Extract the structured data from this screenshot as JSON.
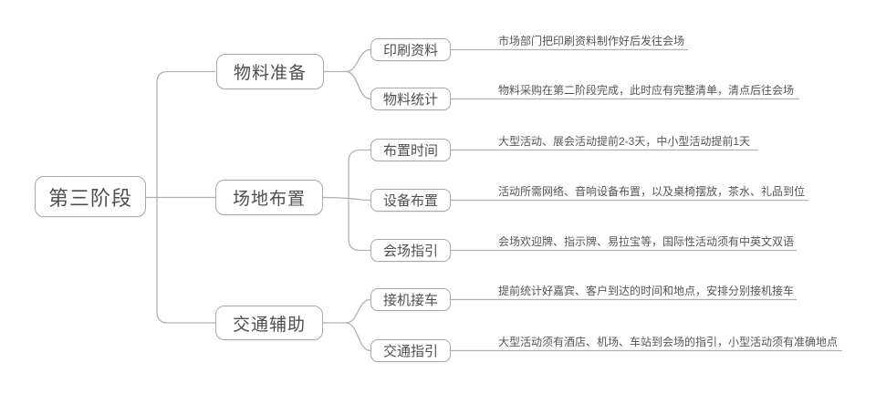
{
  "diagram": {
    "type": "mindmap",
    "root": {
      "label": "第三阶段"
    },
    "branches": [
      {
        "label": "物料准备",
        "children": [
          {
            "label": "印刷资料",
            "note": "市场部门把印刷资料制作好后发往会场"
          },
          {
            "label": "物料统计",
            "note": "物料采购在第二阶段完成，此时应有完整清单，清点后往会场"
          }
        ]
      },
      {
        "label": "场地布置",
        "children": [
          {
            "label": "布置时间",
            "note": "大型活动、展会活动提前2-3天，中小型活动提前1天"
          },
          {
            "label": "设备布置",
            "note": "活动所需网络、音响设备布置，以及桌椅摆放，茶水、礼品到位"
          },
          {
            "label": "会场指引",
            "note": "会场欢迎牌、指示牌、易拉宝等，国际性活动须有中英文双语"
          }
        ]
      },
      {
        "label": "交通辅助",
        "children": [
          {
            "label": "接机接车",
            "note": "提前统计好嘉宾、客户到达的时间和地点，安排分别接机接车"
          },
          {
            "label": "交通指引",
            "note": "大型活动须有酒店、机场、车站到会场的指引，小型活动须有准确地点"
          }
        ]
      }
    ],
    "colors": {
      "background": "#ffffff",
      "connector_line": "#b2b2b2",
      "node_border": "#a8a8a8",
      "node_text": "#4f4f4f",
      "note_text": "#565656"
    }
  }
}
